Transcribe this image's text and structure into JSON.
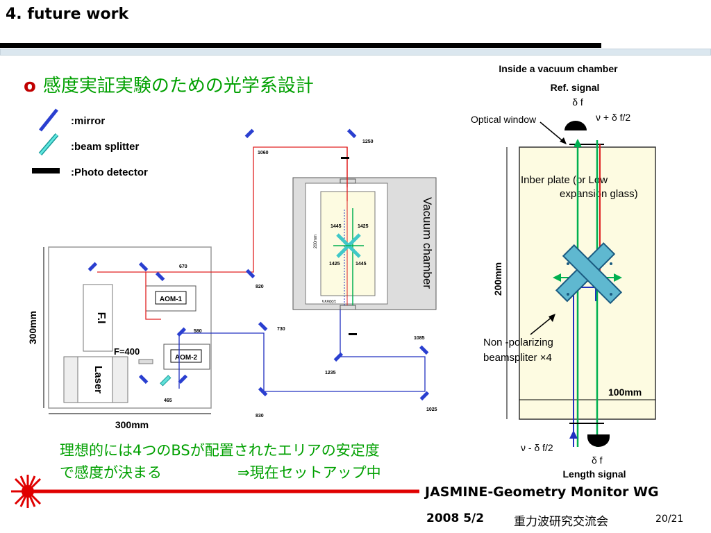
{
  "slide": {
    "title": "4. future work",
    "bullet": "o",
    "heading": "感度実証実験のための光学系設計",
    "note_line1": "理想的には4つのBSが配置されたエリアの安定度",
    "note_line2": "で感度が決まる",
    "note_arrow": "⇒現在セットアップ中",
    "footer_wg": "JASMINE-Geometry Monitor WG",
    "footer_date": "2008 5/2",
    "footer_event": "重力波研究交流会",
    "page": "20/21"
  },
  "legend": {
    "mirror": ":mirror",
    "beam_splitter": ":beam splitter",
    "photo_detector": ":Photo detector"
  },
  "layout_diagram": {
    "dim_300_vertical": "300mm",
    "dim_300_horizontal": "300mm",
    "fi_label": "F.I",
    "laser_label": "Laser",
    "f400_label": "F=400",
    "aom1_label": "AOM-1",
    "aom2_label": "AOM-2",
    "vacuum_label": "Vacuum chamber",
    "dim_200": "200mm",
    "dim_100": "100mm",
    "d_1060": "1060",
    "d_1250": "1250",
    "d_670": "670",
    "d_820": "820",
    "d_580": "580",
    "d_730": "730",
    "d_1085": "1085",
    "d_1235": "1235",
    "d_465": "465",
    "d_830": "830",
    "d_1025": "1025",
    "d_1445a": "1445",
    "d_1425a": "1425",
    "d_1425b": "1425",
    "d_1445b": "1445"
  },
  "chamber_diagram": {
    "title": "Inside a vacuum chamber",
    "ref_signal": "Ref. signal",
    "delta_f_top": "δ f",
    "optical_window": "Optical window",
    "nu_plus": "ν + δ f/2",
    "inber_line1": "Inber plate (or Low",
    "inber_line2": "expansion glass)",
    "dim_200": "200mm",
    "bs_line1": "Non -polarizing",
    "bs_line2": "beamspliter ×4",
    "dim_100": "100mm",
    "nu_minus": "ν - δ f/2",
    "delta_f_bottom": "δ f",
    "length_signal": "Length signal"
  },
  "colors": {
    "heading_green": "#00a000",
    "bullet_red": "#c00000",
    "beam_red": "#e02020",
    "beam_blue": "#2030c0",
    "beam_green": "#00b050",
    "plate_yellow": "#fdfbe1",
    "mirror_blue": "#2a3fd0",
    "splitter_cyan": "#40d0c8"
  }
}
